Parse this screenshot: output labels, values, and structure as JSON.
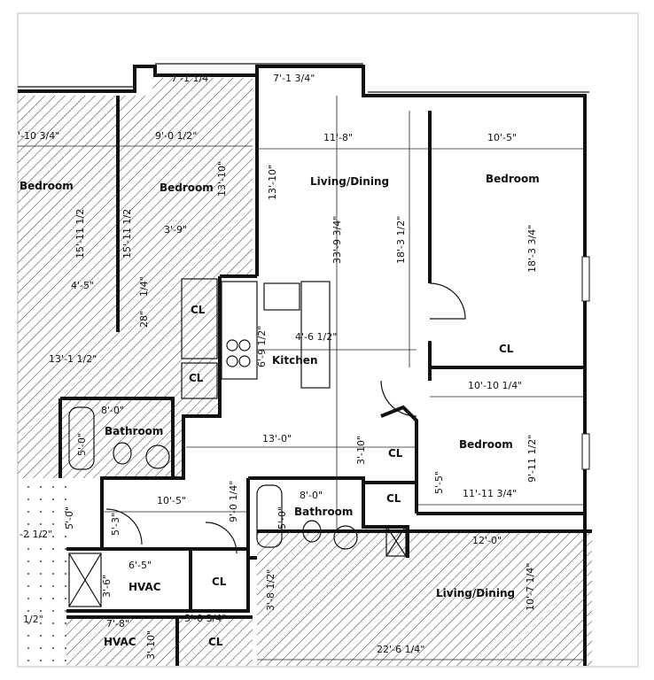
{
  "plan": {
    "rooms": {
      "bedroom_left": "Bedroom",
      "bedroom_left2": "Bedroom",
      "living_dining_main": "Living/Dining",
      "bedroom_right_top": "Bedroom",
      "closet_1": "CL",
      "closet_2": "CL",
      "kitchen": "Kitchen",
      "closet_3": "CL",
      "bedroom_right_bottom": "Bedroom",
      "closet_4": "CL",
      "closet_5": "CL",
      "bathroom_left": "Bathroom",
      "bathroom_main": "Bathroom",
      "hvac_1": "HVAC",
      "closet_6": "CL",
      "hvac_2": "HVAC",
      "closet_7": "CL",
      "living_dining_bottom": "Living/Dining"
    },
    "dimensions": {
      "d1": "7'-1 1/4\"",
      "d2": "7'-1 3/4\"",
      "d3": "'-10 3/4\"",
      "d4": "9'-0 1/2\"",
      "d5": "11'-8\"",
      "d6": "10'-5\"",
      "d7": "3'-9\"",
      "d8": "4'-5\"",
      "d9": "4'-6 1/2\"",
      "d10": "13'-1 1/2\"",
      "d11": "10'-10 1/4\"",
      "d12": "8'-0\"",
      "d13": "13'-0\"",
      "d14": "11'-11 3/4\"",
      "d15": "10'-5\"",
      "d16": "8'-0\"",
      "d17": "6'-5\"",
      "d18": "12'-0\"",
      "d19": "7'-8\"",
      "d20": "5'-0 3/4\"",
      "d21": "22'-6 1/4\"",
      "d22": "-2 1/2\"",
      "d23": "1/2\"",
      "v1": "13'-10\"",
      "v2": "13'-10\"",
      "v3": "15'-11 1/2",
      "v4": "15'-11 1/2",
      "v5": "33'-9 3/4\"",
      "v6": "18'-3 1/2\"",
      "v7": "18'-3 3/4\"",
      "v8": "1/4\"",
      "v9": "28\"",
      "v10": "6'-9 1/2\"",
      "v11": "5'-0\"",
      "v12": "3'-10\"",
      "v13": "9'-11 1/2\"",
      "v14": "5'-5\"",
      "v15": "9'-0 1/4\"",
      "v16": "5'-3\"",
      "v17": "5'-0\"",
      "v18": "3'-6\"",
      "v19": "3'-8 1/2\"",
      "v20": "10'-7 1/4\"",
      "v21": "3'-10\"",
      "v22": "5'-0\""
    }
  }
}
